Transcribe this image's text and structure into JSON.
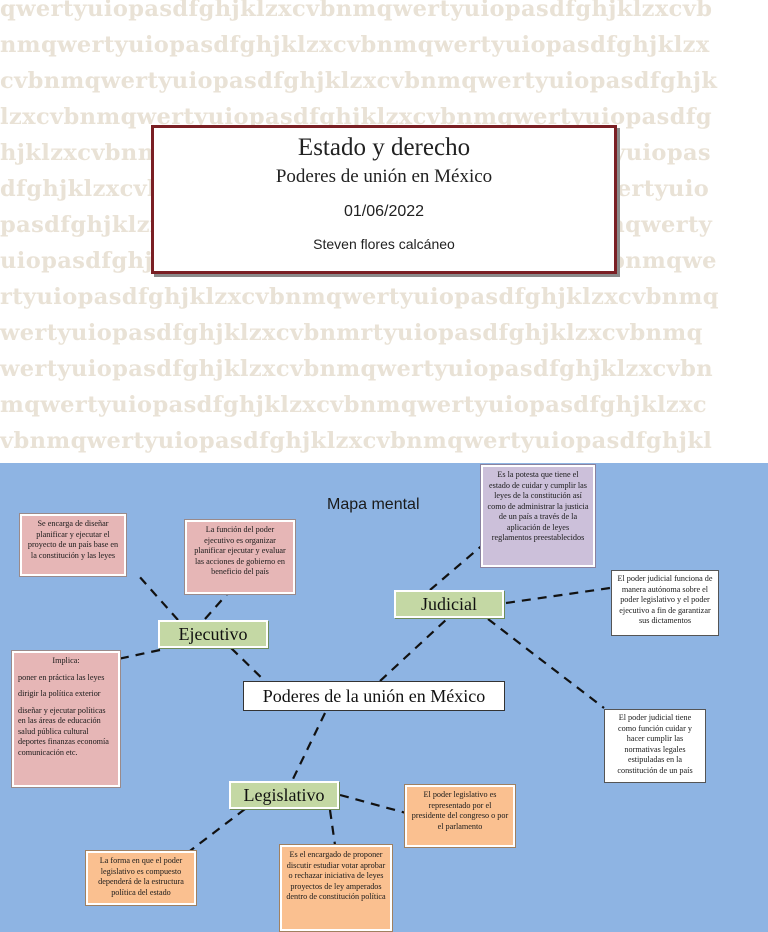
{
  "cover": {
    "background_text": [
      "qwertyuiopasdfghjklzxcvbnmqwertyuiopasdfghjklzxcvb",
      "nmqwertyuiopasdfghjklzxcvbnmqwertyuiopasdfghjklzx",
      "cvbnmqwertyuiopasdfghjklzxcvbnmqwertyuiopasdfghjk",
      "lzxcvbnmqwertyuiopasdfghjklzxcvbnmqwertyuiopasdfg",
      "hjklzxcvbnmqwertyuiopasdfghjklzxcvbnmqwertyuiopas",
      "dfghjklzxcvbnmqwertyuiopasdfghjklzxcvbnmqwertyuio",
      "pasdfghjklzxcvbnmqwertyuiopasdfghjklzxcvbnmqwerty",
      "uiopasdfghjklzxcvbnmqwertyuiopasdfghjklzxcvbnmqwe",
      "rtyuiopasdfghjklzxcvbnmqwertyuiopasdfghjklzxcvbnmq",
      "wertyuiopasdfghjklzxcvbnmrtyuiopasdfghjklzxcvbnmq",
      "wertyuiopasdfghjklzxcvbnmqwertyuiopasdfghjklzxcvbn",
      "mqwertyuiopasdfghjklzxcvbnmqwertyuiopasdfghjklzxc",
      "vbnmqwertyuiopasdfghjklzxcvbnmqwertyuiopasdfghjkl"
    ],
    "title": "Estado y derecho",
    "subtitle": "Poderes de unión en México",
    "date": "01/06/2022",
    "author": "Steven flores calcáneo"
  },
  "mindmap": {
    "heading": "Mapa mental",
    "center": "Poderes de la unión en México",
    "ejecutivo": {
      "label": "Ejecutivo",
      "box1": "Se encarga de diseñar planificar y ejecutar el proyecto de un país base en la constitución y las leyes",
      "box2": "La función del poder ejecutivo es organizar planificar ejecutar y evaluar las acciones de gobierno en beneficio del país",
      "box3": {
        "title": "Implica:",
        "item1": "poner en práctica las leyes",
        "item2": "dirigir la política exterior",
        "item3": "diseñar y ejecutar políticas en las áreas de educación salud pública cultural deportes finanzas economía comunicación etc."
      }
    },
    "judicial": {
      "label": "Judicial",
      "box1": "Es la potesta que tiene el estado de cuidar y cumplir las leyes de la constitución así como de administrar la justicia de un país a través de la aplicación de leyes reglamentos preestablecidos",
      "box2": "El poder judicial funciona de manera autónoma sobre el poder legislativo y el poder ejecutivo a fin de garantizar sus dictamentos",
      "box3": "El poder judicial tiene como función cuidar y hacer cumplir las normativas legales estipuladas en la constitución de un país"
    },
    "legislativo": {
      "label": "Legislativo",
      "box1": "El poder legislativo es representado por el presidente del congreso o por el parlamento",
      "box2": "Es el encargado de proponer discutir estudiar votar aprobar o rechazar iniciativa de leyes proyectos de ley amperados dentro de constitución política",
      "box3": "La forma en que el poder legislativo es compuesto dependerá de la estructura política del estado"
    }
  }
}
